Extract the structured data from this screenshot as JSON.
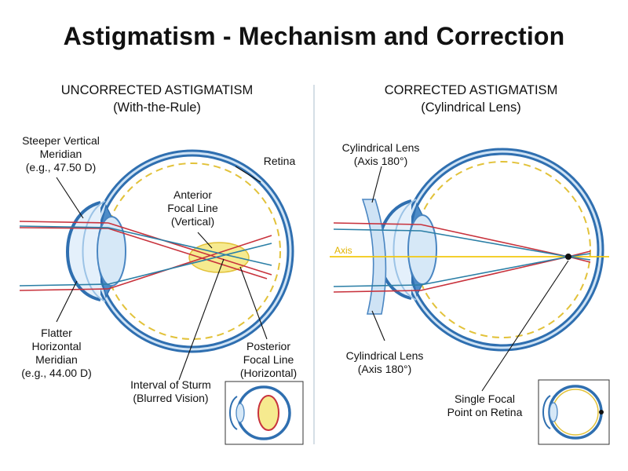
{
  "title": "Astigmatism - Mechanism and Correction",
  "left_panel": {
    "heading": "UNCORRECTED ASTIGMATISM",
    "subheading": "(With-the-Rule)",
    "labels": {
      "steeper_line1": "Steeper Vertical",
      "steeper_line2": "Meridian",
      "steeper_line3": "(e.g., 47.50 D)",
      "retina": "Retina",
      "anterior_line1": "Anterior",
      "anterior_line2": "Focal Line",
      "anterior_line3": "(Vertical)",
      "flatter_line1": "Flatter",
      "flatter_line2": "Horizontal",
      "flatter_line3": "Meridian",
      "flatter_line4": "(e.g., 44.00 D)",
      "sturm_line1": "Interval of Sturm",
      "sturm_line2": "(Blurred Vision)",
      "posterior_line1": "Posterior",
      "posterior_line2": "Focal Line",
      "posterior_line3": "(Horizontal)"
    }
  },
  "right_panel": {
    "heading": "CORRECTED ASTIGMATISM",
    "subheading": "(Cylindrical Lens)",
    "labels": {
      "lens_top_line1": "Cylindrical Lens",
      "lens_top_line2": "(Axis 180°)",
      "axis": "Axis",
      "lens_bottom_line1": "Cylindrical Lens",
      "lens_bottom_line2": "(Axis 180°)",
      "focal_line1": "Single Focal",
      "focal_line2": "Point on Retina"
    }
  },
  "colors": {
    "eye_outer": "#2f6fb0",
    "eye_fill": "#d6e8f7",
    "iris": "#4d8cc8",
    "retina_dash": "#e2c23a",
    "ray_red": "#c8323c",
    "ray_blue": "#2b7fa6",
    "axis_yellow": "#f2c811",
    "sturm_fill": "#f6ea8f"
  }
}
